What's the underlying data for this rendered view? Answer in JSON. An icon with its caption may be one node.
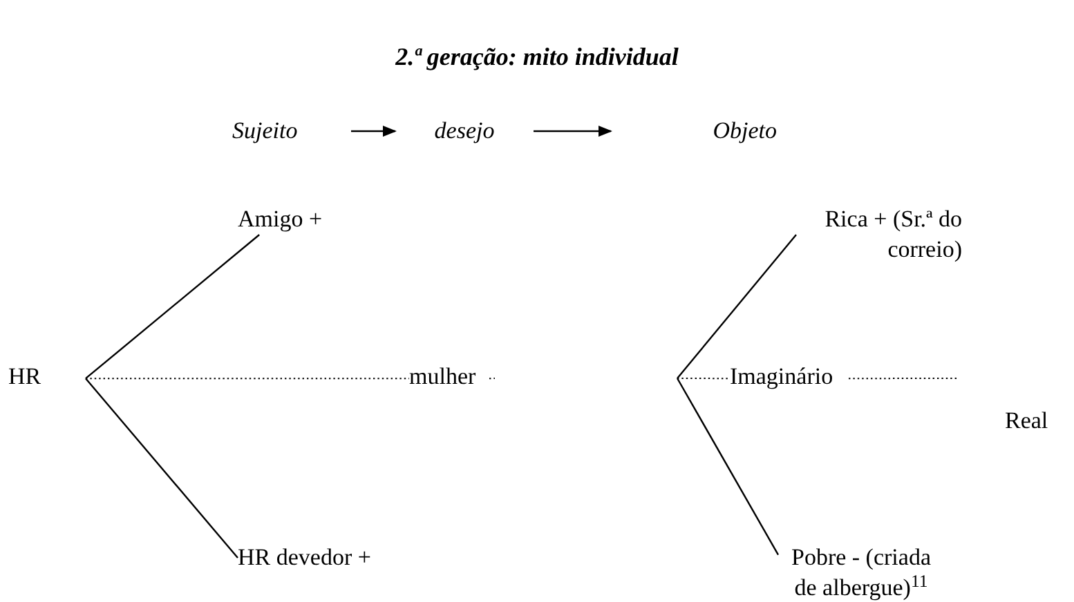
{
  "diagram": {
    "title": "2.ª geração: mito individual",
    "nodes": [
      {
        "text": [
          "Sujeito"
        ]
      },
      {
        "text": [
          "desejo"
        ]
      },
      {
        "text": [
          "Objeto"
        ]
      },
      {
        "text": [
          "HR"
        ]
      },
      {
        "text": [
          "Amigo +"
        ]
      },
      {
        "text": [
          "HR devedor +"
        ]
      },
      {
        "text": [
          "mulher"
        ]
      },
      {
        "text": [
          "Rica + (Sr.ª do correio)"
        ]
      },
      {
        "text": [
          "Imaginário"
        ]
      },
      {
        "text": [
          "Pobre - (criada de albergue)$^{11}$"
        ]
      }
    ],
    "edges": [
      {
        "from": 0,
        "to": 1,
        "arrow": "to"
      },
      {
        "from": 1,
        "to": 2,
        "arrow": "to"
      },
      {
        "from": 3,
        "to": 4,
        "arrow": "none"
      },
      {
        "from": 3,
        "to": 5,
        "arrow": "none"
      },
      {
        "from": 3,
        "to": 6,
        "arrow": "none",
        "style": "dashed"
      },
      {
        "from": 6,
        "to": null,
        "arrow": "none",
        "style": "dashed"
      },
      {
        "from": null,
        "to": 7,
        "arrow": "none"
      },
      {
        "from": null,
        "to": 9,
        "arrow": "none"
      },
      {
        "from": null,
        "to": 8,
        "arrow": "none",
        "style": "dashed"
      },
      {
        "from": 8,
        "to": null,
        "arrow": "none",
        "style": "dashed"
      }
    ],
    "labels": [
      "Real"
    ]
  }
}
